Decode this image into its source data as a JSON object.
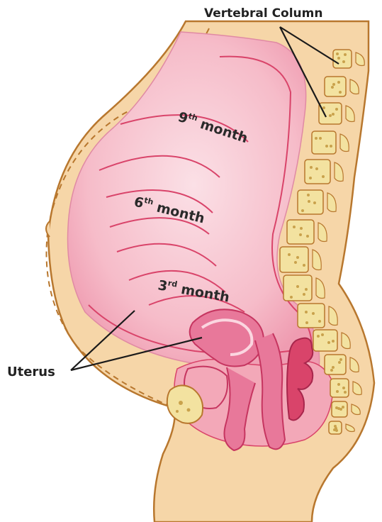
{
  "labels": {
    "vertebral_column": "Vertebral Column",
    "uterus": "Uterus"
  },
  "months": [
    {
      "num": "9",
      "sup": "th",
      "word": " month"
    },
    {
      "num": "6",
      "sup": "th",
      "word": " month"
    },
    {
      "num": "3",
      "sup": "rd",
      "word": " month"
    }
  ],
  "colors": {
    "skin": "#f6d6a8",
    "outline": "#b8772e",
    "uterus": "#f3a8b8",
    "uterus_light": "#f9d0da",
    "uterus_line": "#d9446a",
    "pelvic_organs": "#e8789a",
    "bone": "#f3e2a0",
    "bone_spot": "#c9a24c",
    "text": "#222222"
  }
}
